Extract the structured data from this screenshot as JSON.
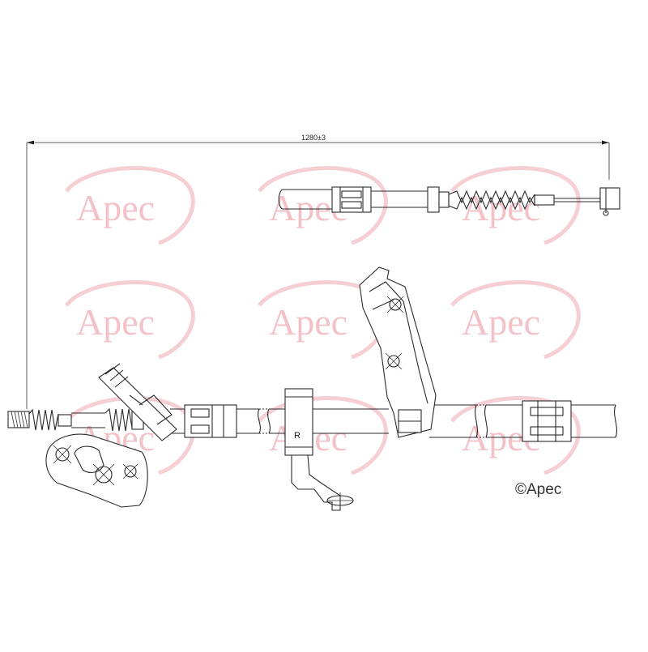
{
  "watermarks": {
    "brand": "Apec"
  },
  "dimension": {
    "label": "1280±3"
  },
  "part_marker": {
    "label": "R"
  },
  "copyright": {
    "label": "©Apec"
  },
  "colors": {
    "watermark": "#f2c2c8",
    "line": "#2a2a2a"
  }
}
